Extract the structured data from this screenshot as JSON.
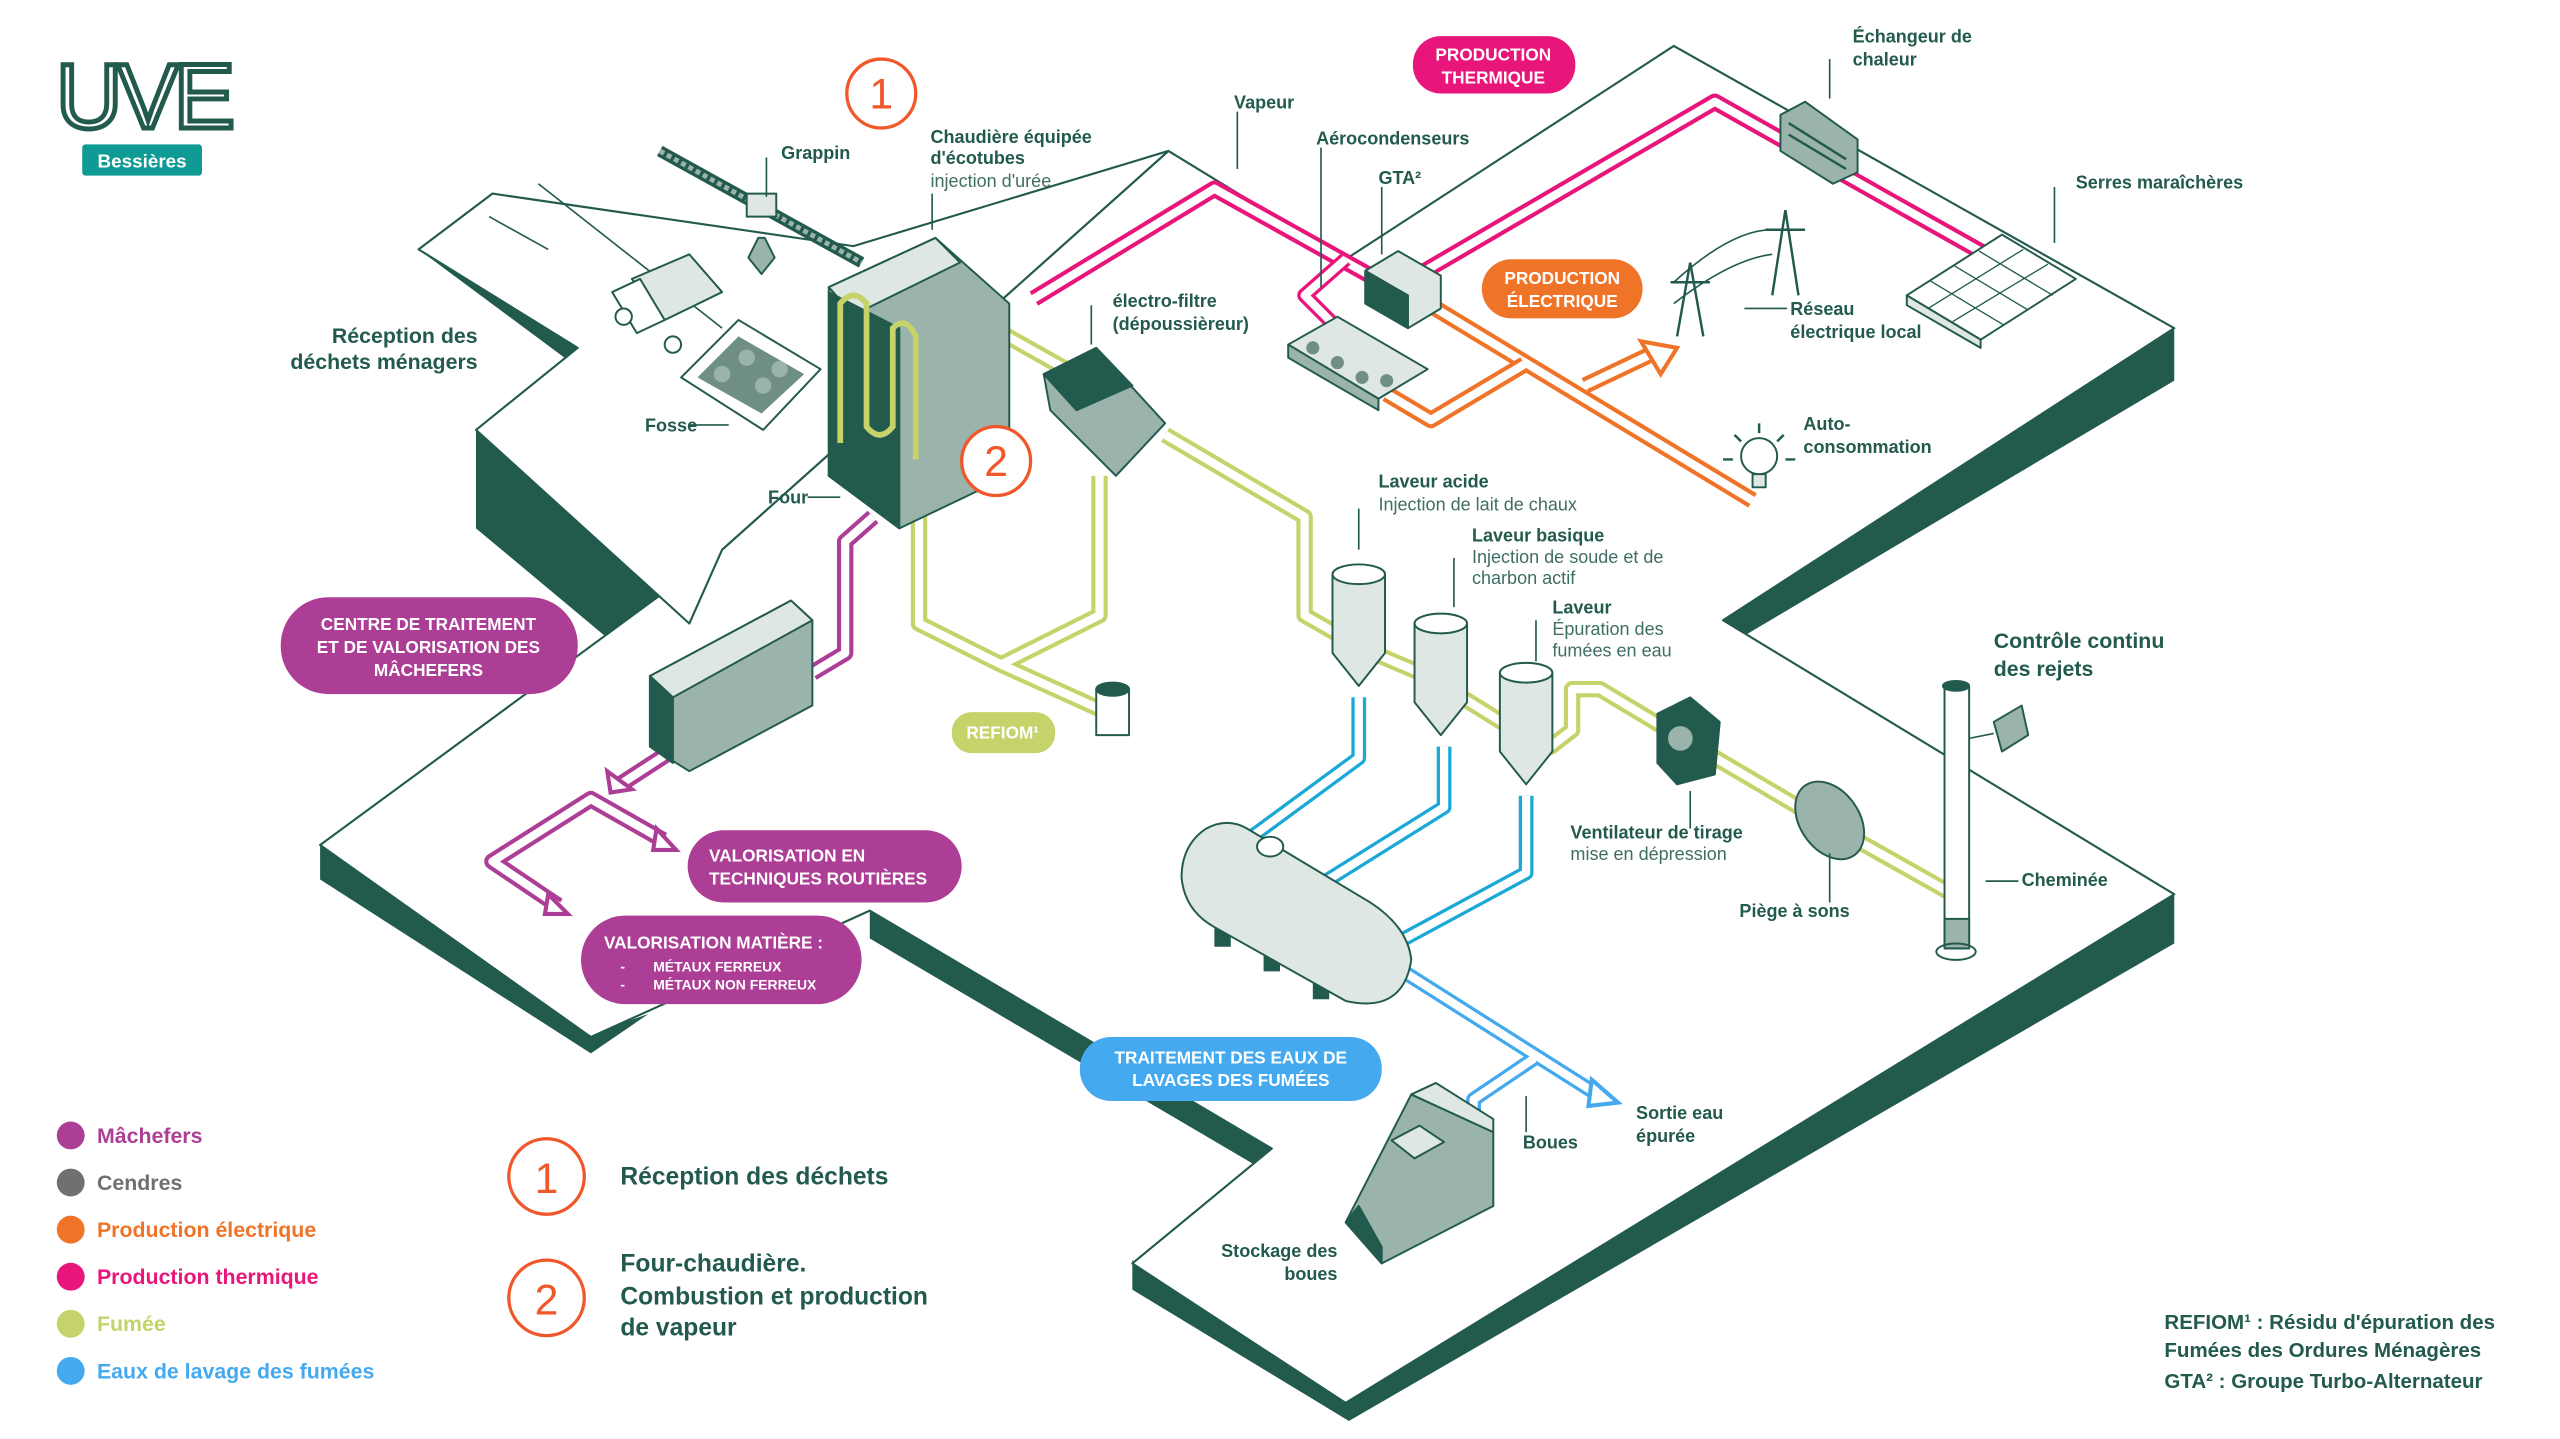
{
  "logo": {
    "text": "UVE",
    "badge": "Bessières"
  },
  "colors": {
    "dark_green": "#235a4e",
    "teal": "#0f9a94",
    "machefers": "#ad3e96",
    "cendres": "#707070",
    "production_electrique": "#f07428",
    "production_thermique": "#e8157a",
    "fumee": "#c5d36a",
    "eaux_lavage": "#45a9f0",
    "step_circle": "#f0572a"
  },
  "markers": {
    "one": "1",
    "two": "2"
  },
  "labels": {
    "grappin": "Grappin",
    "chaudiere_1": "Chaudière équipée",
    "chaudiere_2": "d'écotubes",
    "chaudiere_3": "injection d'urée",
    "vapeur": "Vapeur",
    "aerocondenseurs": "Aérocondenseurs",
    "gta": "GTA²",
    "echangeur_1": "Échangeur de",
    "echangeur_2": "chaleur",
    "serres": "Serres maraîchères",
    "reseau_1": "Réseau",
    "reseau_2": "électrique local",
    "auto_1": "Auto-",
    "auto_2": "consommation",
    "electrofiltre_1": "électro-filtre",
    "electrofiltre_2": "(dépoussièreur)",
    "reception_1": "Réception des",
    "reception_2": "déchets ménagers",
    "fosse": "Fosse",
    "four": "Four",
    "laveur_acide": "Laveur acide",
    "laveur_acide_sub": "Injection de lait de chaux",
    "laveur_basique": "Laveur basique",
    "laveur_basique_sub_1": "Injection de soude et de",
    "laveur_basique_sub_2": "charbon actif",
    "laveur": "Laveur",
    "laveur_sub_1": "Épuration des",
    "laveur_sub_2": "fumées en eau",
    "controle_1": "Contrôle continu",
    "controle_2": "des rejets",
    "ventilateur": "Ventilateur de tirage",
    "ventilateur_sub": "mise en dépression",
    "cheminee": "Cheminée",
    "piege": "Piège à sons",
    "boues": "Boues",
    "sortie_1": "Sortie eau",
    "sortie_2": "épurée",
    "stockage_1": "Stockage des",
    "stockage_2": "boues"
  },
  "pills": {
    "thermique": [
      "PRODUCTION",
      "THERMIQUE"
    ],
    "electrique": [
      "PRODUCTION",
      "ÉLECTRIQUE"
    ],
    "centre": [
      "CENTRE DE TRAITEMENT",
      "ET DE VALORISATION DES",
      "MÂCHEFERS"
    ],
    "refiom": "REFIOM¹",
    "routieres": [
      "VALORISATION EN",
      "TECHNIQUES ROUTIÈRES"
    ],
    "matiere": {
      "title": "VALORISATION MATIÈRE :",
      "items": [
        "MÉTAUX FERREUX",
        "MÉTAUX NON FERREUX"
      ],
      "bullet": "-"
    },
    "eaux": [
      "TRAITEMENT DES EAUX DE",
      "LAVAGES DES FUMÉES"
    ]
  },
  "legend": [
    {
      "label": "Mâchefers",
      "color": "#ad3e96"
    },
    {
      "label": "Cendres",
      "color": "#707070"
    },
    {
      "label": "Production électrique",
      "color": "#f07428"
    },
    {
      "label": "Production thermique",
      "color": "#e8157a"
    },
    {
      "label": "Fumée",
      "color": "#c5d36a"
    },
    {
      "label": "Eaux de lavage des fumées",
      "color": "#45a9f0"
    }
  ],
  "steps": [
    {
      "number": "1",
      "lines": [
        "Réception des déchets"
      ]
    },
    {
      "number": "2",
      "lines": [
        "Four-chaudière.",
        "Combustion et production",
        "de vapeur"
      ]
    }
  ],
  "footnotes": [
    "REFIOM¹ : Résidu d'épuration des",
    "Fumées des Ordures Ménagères",
    "GTA² : Groupe Turbo-Alternateur"
  ]
}
